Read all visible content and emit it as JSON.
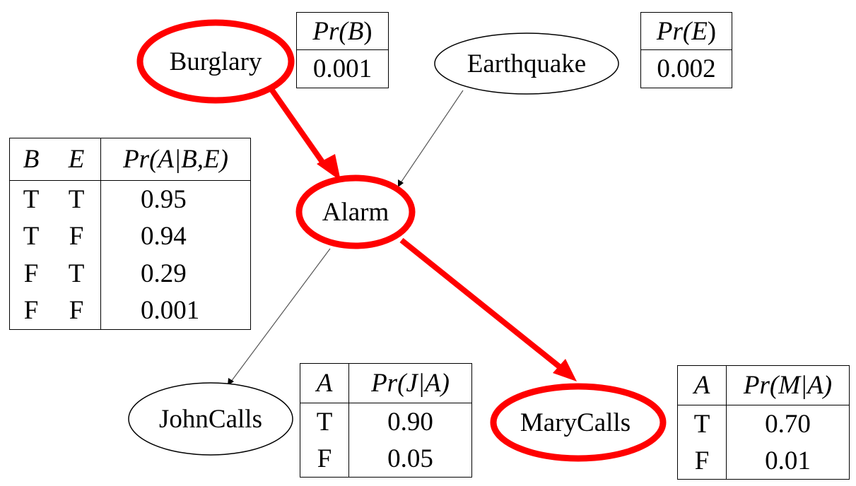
{
  "title": "Bayesian network: Burglary / Earthquake / Alarm",
  "colors": {
    "highlight": "#ff0000",
    "default_stroke": "#000000",
    "default_edge": "#555555"
  },
  "nodes": {
    "burglary": {
      "label": "Burglary",
      "highlighted": true
    },
    "earthquake": {
      "label": "Earthquake",
      "highlighted": false
    },
    "alarm": {
      "label": "Alarm",
      "highlighted": true
    },
    "johncalls": {
      "label": "JohnCalls",
      "highlighted": false
    },
    "marycalls": {
      "label": "MaryCalls",
      "highlighted": true
    }
  },
  "edges": [
    {
      "from": "burglary",
      "to": "alarm",
      "highlighted": true
    },
    {
      "from": "earthquake",
      "to": "alarm",
      "highlighted": false
    },
    {
      "from": "alarm",
      "to": "johncalls",
      "highlighted": false
    },
    {
      "from": "alarm",
      "to": "marycalls",
      "highlighted": true
    }
  ],
  "cpts": {
    "burglary": {
      "header": {
        "pre": "Pr(",
        "var": "B",
        "post": ")"
      },
      "value": "0.001"
    },
    "earthquake": {
      "header": {
        "pre": "Pr(",
        "var": "E",
        "post": ")"
      },
      "value": "0.002"
    },
    "alarm": {
      "col_b": "B",
      "col_e": "E",
      "header": "Pr(A|B,E)",
      "rows": [
        {
          "b": "T",
          "e": "T",
          "p": "0.95"
        },
        {
          "b": "T",
          "e": "F",
          "p": "0.94"
        },
        {
          "b": "F",
          "e": "T",
          "p": "0.29"
        },
        {
          "b": "F",
          "e": "F",
          "p": "0.001"
        }
      ]
    },
    "johncalls": {
      "col_a": "A",
      "header": "Pr(J|A)",
      "rows": [
        {
          "a": "T",
          "p": "0.90"
        },
        {
          "a": "F",
          "p": "0.05"
        }
      ]
    },
    "marycalls": {
      "col_a": "A",
      "header": "Pr(M|A)",
      "rows": [
        {
          "a": "T",
          "p": "0.70"
        },
        {
          "a": "F",
          "p": "0.01"
        }
      ]
    }
  }
}
